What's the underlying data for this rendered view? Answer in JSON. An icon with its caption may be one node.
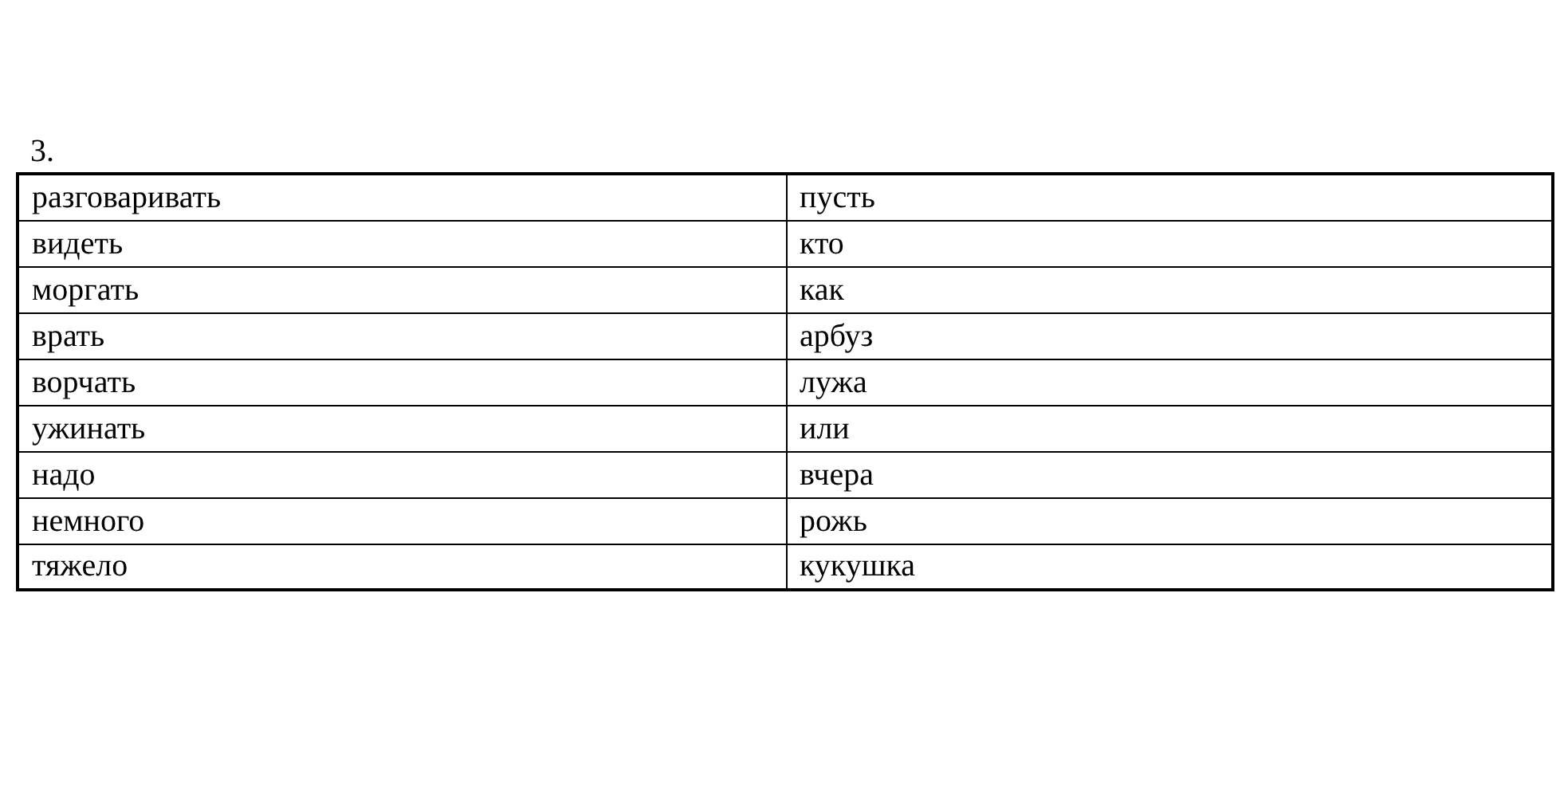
{
  "diagram": {
    "labels": [
      "3.",
      "разговаривать",
      "пусть",
      "видеть",
      "кто",
      "моргать",
      "как",
      "врать",
      "арбуз",
      "ворчать",
      "лужа",
      "ужинать",
      "или",
      "надо",
      "вчера",
      "немного",
      "рожь",
      "тяжело",
      "кукушка"
    ]
  }
}
